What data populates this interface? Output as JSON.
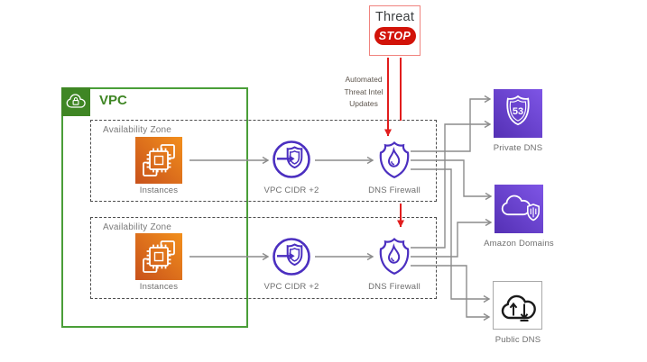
{
  "threatstop": {
    "name": "Threat",
    "stop": "STOP"
  },
  "intel_note": {
    "line1": "Automated",
    "line2": "Threat Intel",
    "line3": "Updates"
  },
  "vpc_label": "VPC",
  "azs": [
    {
      "label": "Availability Zone",
      "instances": "Instances",
      "cidr": "VPC CIDR +2",
      "firewall": "DNS Firewall"
    },
    {
      "label": "Availability Zone",
      "instances": "Instances",
      "cidr": "VPC CIDR +2",
      "firewall": "DNS Firewall"
    }
  ],
  "destinations": [
    {
      "label": "Private DNS"
    },
    {
      "label": "Amazon Domains"
    },
    {
      "label": "Public DNS"
    }
  ],
  "route53_number": "53",
  "colors": {
    "vpc_green": "#3f8624",
    "vpc_border_green": "#4a9e38",
    "az_border_gray": "#4d4d4d",
    "icon_purple": "#4b2fc0",
    "purple_gradient_from": "#5430b4",
    "purple_gradient_to": "#7e55e6",
    "orange_gradient_from": "#c8511b",
    "orange_gradient_to": "#f28f1c",
    "alert_red": "#e11d1d",
    "stop_red": "#d21309",
    "connector_gray": "#8c8c8c",
    "label_gray": "#6e6e6e"
  }
}
